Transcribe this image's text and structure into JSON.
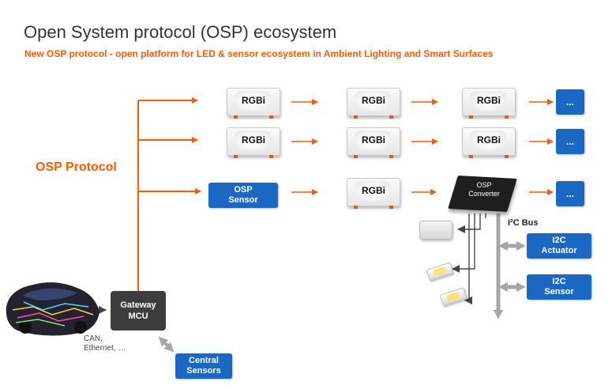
{
  "title": "Open System protocol (OSP) ecosystem",
  "subtitle": "New OSP protocol - open platform for LED & sensor ecosystem in Ambient Lighting and Smart Surfaces",
  "protocol_label": "OSP Protocol",
  "led_label": "RGBi",
  "more_label": "...",
  "osp_sensor": "OSP\nSensor",
  "osp_converter": [
    "OSP",
    "Converter"
  ],
  "i2c_bus": "I²C Bus",
  "i2c_actuator": "I2C\nActuator",
  "i2c_sensor": "I2C\nSensor",
  "gateway": "Gateway\nMCU",
  "bus_types": "CAN,\nEthernet, …",
  "central_sensors": "Central\nSensors",
  "colors": {
    "accent": "#ff5a00",
    "box_blue": "#1a68c4",
    "gateway_dark": "#3d3d3d",
    "bus_gray": "#a6a6a6"
  },
  "icons": [
    "car-icon",
    "rgbi-led-icon",
    "smd-led-icon",
    "sensor-module-icon",
    "osp-converter-chip-icon"
  ]
}
